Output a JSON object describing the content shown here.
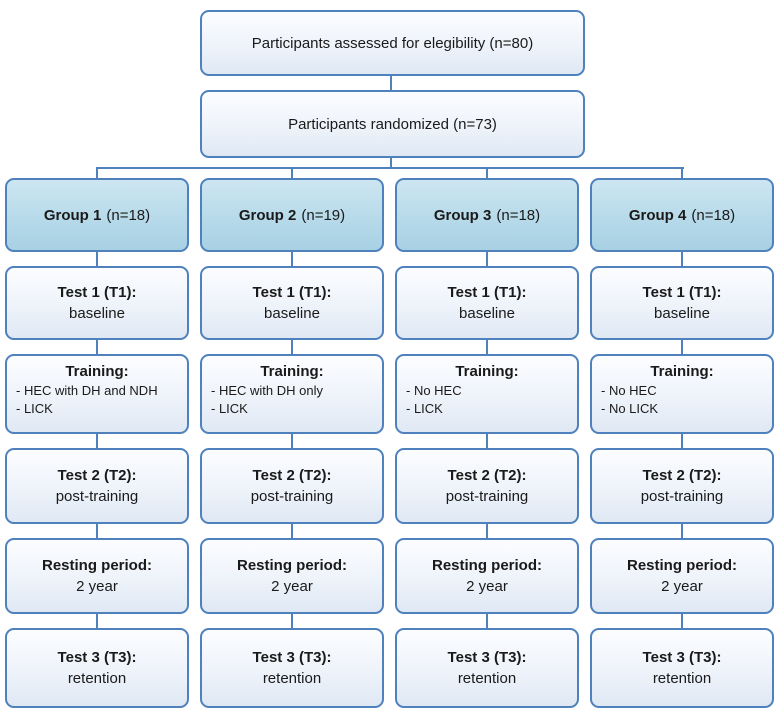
{
  "colors": {
    "accent_border": "#4f81bd",
    "box_fill_light": "#eef3fa",
    "group_fill": "#b5d9e9",
    "shadow_blue": "#7d9fd6",
    "connector": "#4f81bd",
    "text": "#1a1a1a"
  },
  "top": {
    "assessed": "Participants assessed for elegibility (n=80)",
    "randomized": "Participants randomized (n=73)"
  },
  "groups": [
    {
      "name": "Group 1",
      "n": "(n=18)",
      "test1_title": "Test 1 (T1):",
      "test1_body": "baseline",
      "training_title": "Training:",
      "training_items": [
        "- HEC with DH and NDH",
        "- LICK"
      ],
      "test2_title": "Test 2 (T2):",
      "test2_body": "post-training",
      "rest_title": "Resting period:",
      "rest_body": "2 year",
      "test3_title": "Test 3 (T3):",
      "test3_body": "retention"
    },
    {
      "name": "Group 2",
      "n": "(n=19)",
      "test1_title": "Test 1 (T1):",
      "test1_body": "baseline",
      "training_title": "Training:",
      "training_items": [
        "- HEC with DH only",
        "- LICK"
      ],
      "test2_title": "Test 2 (T2):",
      "test2_body": "post-training",
      "rest_title": "Resting period:",
      "rest_body": "2 year",
      "test3_title": "Test 3 (T3):",
      "test3_body": "retention"
    },
    {
      "name": "Group 3",
      "n": "(n=18)",
      "test1_title": "Test 1 (T1):",
      "test1_body": "baseline",
      "training_title": "Training:",
      "training_items": [
        "- No HEC",
        "- LICK"
      ],
      "test2_title": "Test 2 (T2):",
      "test2_body": "post-training",
      "rest_title": "Resting period:",
      "rest_body": "2 year",
      "test3_title": "Test 3 (T3):",
      "test3_body": "retention"
    },
    {
      "name": "Group 4",
      "n": "(n=18)",
      "test1_title": "Test 1 (T1):",
      "test1_body": "baseline",
      "training_title": "Training:",
      "training_items": [
        "- No HEC",
        "- No LICK"
      ],
      "test2_title": "Test 2 (T2):",
      "test2_body": "post-training",
      "rest_title": "Resting period:",
      "rest_body": "2 year",
      "test3_title": "Test 3 (T3):",
      "test3_body": "retention"
    }
  ]
}
